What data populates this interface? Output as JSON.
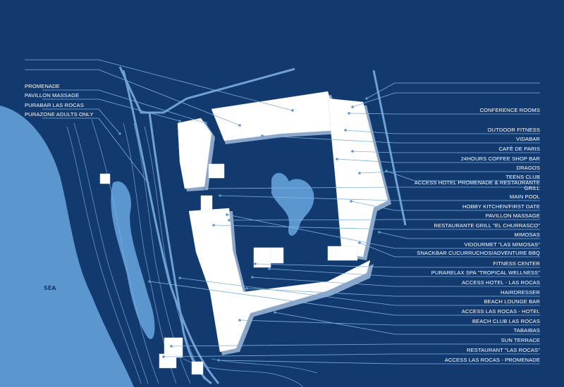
{
  "map": {
    "sea_label": "SEA",
    "left_labels": [
      "PROMENADE",
      "PAVILLON MASSAGE",
      "PURABAR LAS ROCAS",
      "PURAZONE ADULTS ONLY"
    ],
    "right_labels": [
      "CONFERENCE ROOMS",
      "OUTDOOR FITNESS",
      "VIDABAR",
      "CAFÈ DE PARIS",
      "24HOURS COFFEE SHOP BAR",
      "DRAGOS",
      "TEENS CLUB",
      "ACCESS HOTEL PROMENADE  & RESTAURANTE GRILL",
      "MAIN POOL",
      "HOBBY KITCHEN/FIRST DATE",
      "PAVILLON MASSAGE",
      "RESTAURANTE GRILL \"EL CHURRASCO\"",
      "MIMOSAS",
      "VIDOURMET \"LAS MIMOSAS\"",
      "SNACKBAR CUCURRUCHOS/ADVENTURE BBQ",
      "FITNESS CENTER",
      "PURARELAX SPA \"TROPICAL WELLNESS\"",
      "ACCESS HOTEL - LAS ROCAS",
      "HAIRDRESSER",
      "BEACH LOUNGE BAR",
      "ACCESS LAS ROCAS - HOTEL",
      "BEACH CLUB LAS ROCAS",
      "TABAIBAS",
      "SUN TERRACE",
      "RESTAURANT \"LAS ROCAS\"",
      "ACCESS LAS ROCAS - PROMENADE"
    ],
    "colors": {
      "background": "#123a6e",
      "sea": "#5b96cf",
      "building": "#ffffff",
      "leader": "#7fb2e0",
      "pool": "#5b96cf"
    }
  }
}
